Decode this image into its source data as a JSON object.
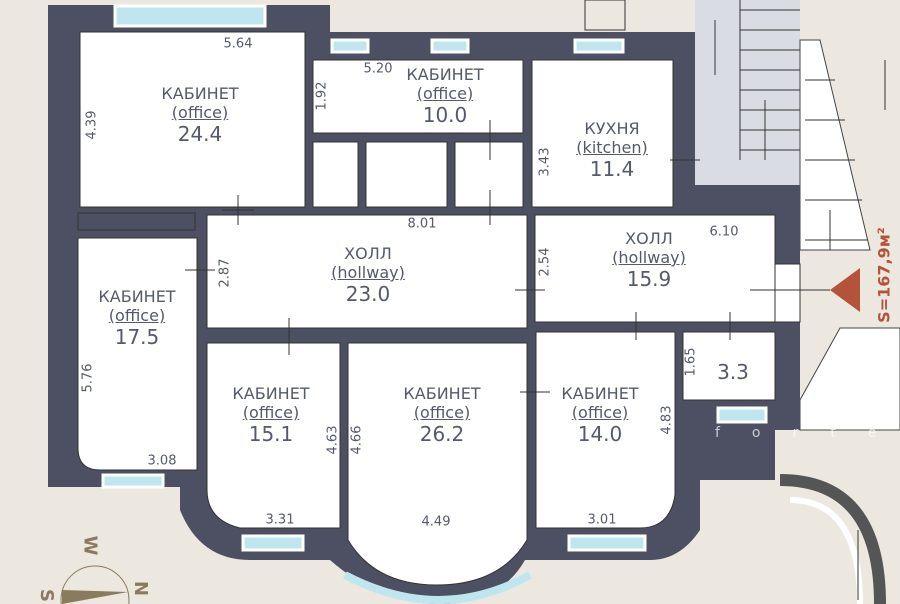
{
  "colors": {
    "wall": "#4d5062",
    "background": "#ece8e0",
    "window": "#bfe6ee",
    "stairs": "#d9dce2",
    "accent": "#b5533a"
  },
  "total_area": "S=167,9м²",
  "watermark": "fortex",
  "compass": {
    "n": "N",
    "w": "W",
    "s": "S"
  },
  "rooms": [
    {
      "name": "КАБИНЕТ",
      "sub": "(office)",
      "area": "24.4"
    },
    {
      "name": "КАБИНЕТ",
      "sub": "(office)",
      "area": "10.0"
    },
    {
      "name": "КУХНЯ",
      "sub": "(kitchen)",
      "area": "11.4"
    },
    {
      "name": "ХОЛЛ",
      "sub": "(hollway)",
      "area": "23.0"
    },
    {
      "name": "ХОЛЛ",
      "sub": "(hollway)",
      "area": "15.9"
    },
    {
      "name": "КАБИНЕТ",
      "sub": "(office)",
      "area": "17.5"
    },
    {
      "name": "КАБИНЕТ",
      "sub": "(office)",
      "area": "15.1"
    },
    {
      "name": "КАБИНЕТ",
      "sub": "(office)",
      "area": "26.2"
    },
    {
      "name": "КАБИНЕТ",
      "sub": "(office)",
      "area": "14.0"
    },
    {
      "name": "",
      "sub": "",
      "area": "3.3"
    }
  ],
  "dimensions": [
    "5.64",
    "4.39",
    "5.20",
    "1.92",
    "3.43",
    "8.01",
    "6.10",
    "2.87",
    "2.54",
    "5.76",
    "3.08",
    "1.65",
    "4.63",
    "4.66",
    "4.83",
    "3.31",
    "4.49",
    "3.01"
  ]
}
